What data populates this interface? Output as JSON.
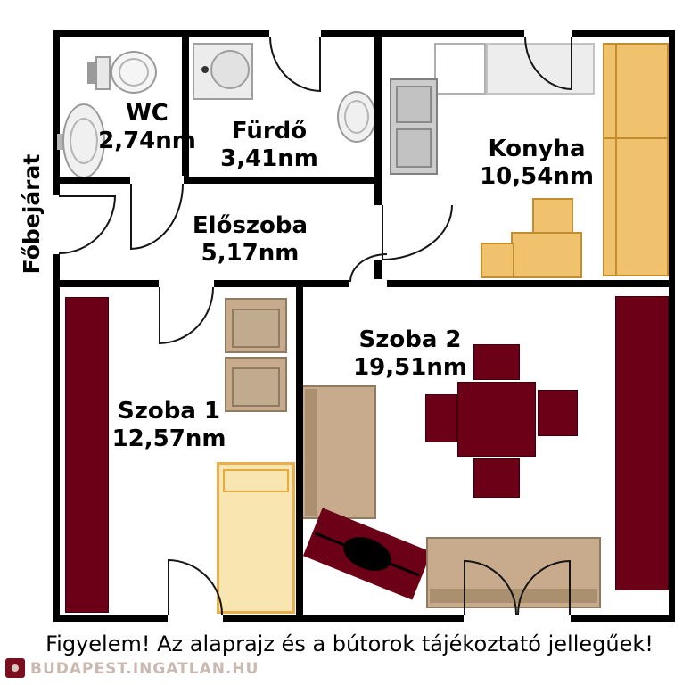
{
  "plan": {
    "entrance_label": "Főbejárat",
    "rooms": {
      "wc": {
        "name": "WC",
        "area": "2,74nm"
      },
      "furdo": {
        "name": "Fürdő",
        "area": "3,41nm"
      },
      "eloszoba": {
        "name": "Előszoba",
        "area": "5,17nm"
      },
      "konyha": {
        "name": "Konyha",
        "area": "10,54nm"
      },
      "szoba1": {
        "name": "Szoba 1",
        "area": "12,57nm"
      },
      "szoba2": {
        "name": "Szoba 2",
        "area": "19,51nm"
      }
    }
  },
  "footer": {
    "caption": "Figyelem! Az alaprajz és a bútorok tájékoztató jellegűek!",
    "watermark": "BUDAPEST.INGATLAN.HU"
  },
  "colors": {
    "wall": "#000000",
    "maroon": "#6b0016",
    "wood": "#f0c26e",
    "wood-border": "#c28d2e",
    "sofa": "#c7ab8c",
    "sofa-border": "#8f7b62",
    "bed-fill": "#f9e3aa",
    "bed-border": "#e9a93d",
    "watermark": "#c9b9b1",
    "watermark-icon": "#7a0e1e"
  }
}
